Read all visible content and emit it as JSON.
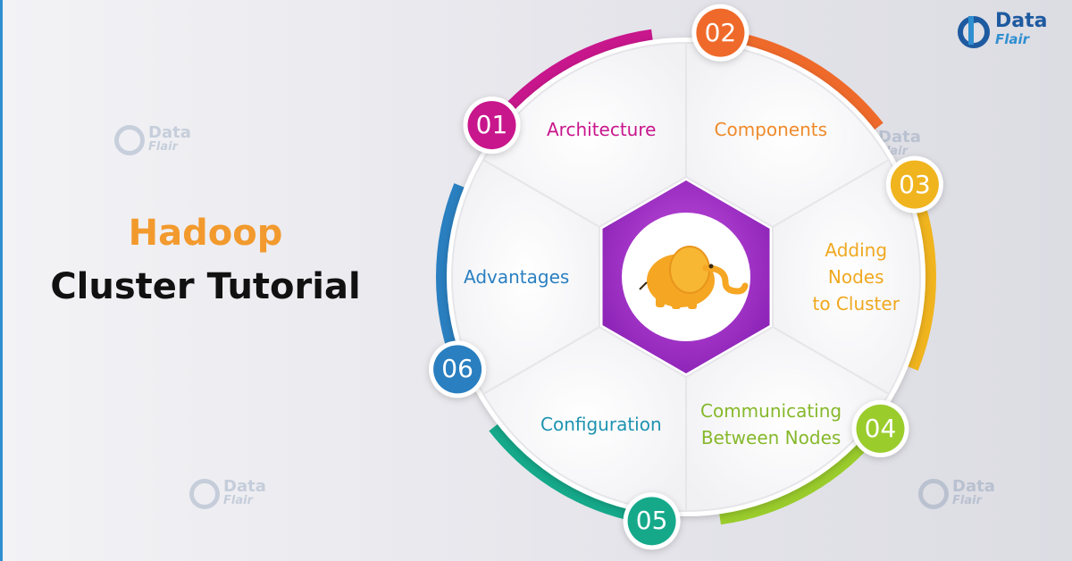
{
  "title": {
    "line1": "Hadoop",
    "line2": "Cluster Tutorial"
  },
  "logo": {
    "line1": "Data",
    "line2": "Flair"
  },
  "watermark": {
    "line1": "Data",
    "line2": "Flair"
  },
  "center_icon": "elephant-icon",
  "colors": {
    "title_accent": "#f29a2e",
    "hexagon": "#9b2fc4",
    "seg01": "#c8168c",
    "seg02": "#ef6a2a",
    "seg03": "#f0b41e",
    "seg04": "#9acc2c",
    "seg05": "#15a98a",
    "seg06": "#2a7fc0"
  },
  "segments": [
    {
      "number": "01",
      "label_lines": [
        "Architecture"
      ],
      "color": "#c8168c",
      "label_color": "#c8168c"
    },
    {
      "number": "02",
      "label_lines": [
        "Components"
      ],
      "color": "#ef6a2a",
      "label_color": "#ef8a2a"
    },
    {
      "number": "03",
      "label_lines": [
        "Adding",
        "Nodes",
        "to Cluster"
      ],
      "color": "#f0b41e",
      "label_color": "#f0a81e"
    },
    {
      "number": "04",
      "label_lines": [
        "Communicating",
        "Between Nodes"
      ],
      "color": "#9acc2c",
      "label_color": "#86b82a"
    },
    {
      "number": "05",
      "label_lines": [
        "Configuration"
      ],
      "color": "#15a98a",
      "label_color": "#1e93b0"
    },
    {
      "number": "06",
      "label_lines": [
        "Advantages"
      ],
      "color": "#2a7fc0",
      "label_color": "#2a7fc0"
    }
  ]
}
